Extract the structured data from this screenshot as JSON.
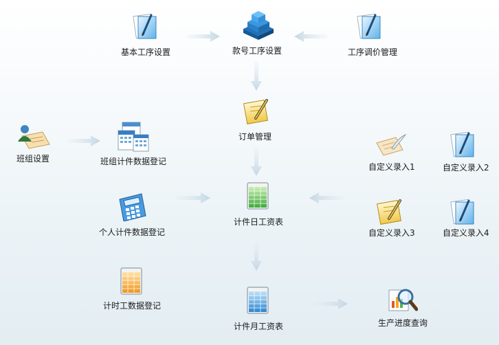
{
  "nodes": {
    "basic_process": "基本工序设置",
    "style_process": "款号工序设置",
    "price_mgmt": "工序调价管理",
    "order_mgmt": "订单管理",
    "team_setup": "班组设置",
    "team_piece": "班组计件数据登记",
    "custom1": "自定义录入1",
    "custom2": "自定义录入2",
    "personal_piece": "个人计件数据登记",
    "daily_wage": "计件日工资表",
    "custom3": "自定义录入3",
    "custom4": "自定义录入4",
    "hourly": "计时工数据登记",
    "monthly_wage": "计件月工资表",
    "progress": "生产进度查询"
  },
  "colors": {
    "arrow": "#c9dbe6",
    "accent_blue": "#2f8fd8",
    "accent_green": "#4cb84c",
    "accent_orange": "#f5a623"
  },
  "icons": {
    "basic_process": "pen-document-icon",
    "style_process": "blue-blocks-icon",
    "price_mgmt": "pen-document-icon",
    "order_mgmt": "pencil-note-icon",
    "team_setup": "user-pad-icon",
    "team_piece": "calendar-stack-icon",
    "custom1": "quill-paper-icon",
    "custom2": "pen-document-icon",
    "personal_piece": "calculator-icon",
    "daily_wage": "green-table-icon",
    "custom3": "pencil-note-icon",
    "custom4": "pen-document-icon",
    "hourly": "orange-table-icon",
    "monthly_wage": "blue-table-icon",
    "progress": "magnifier-report-icon"
  }
}
